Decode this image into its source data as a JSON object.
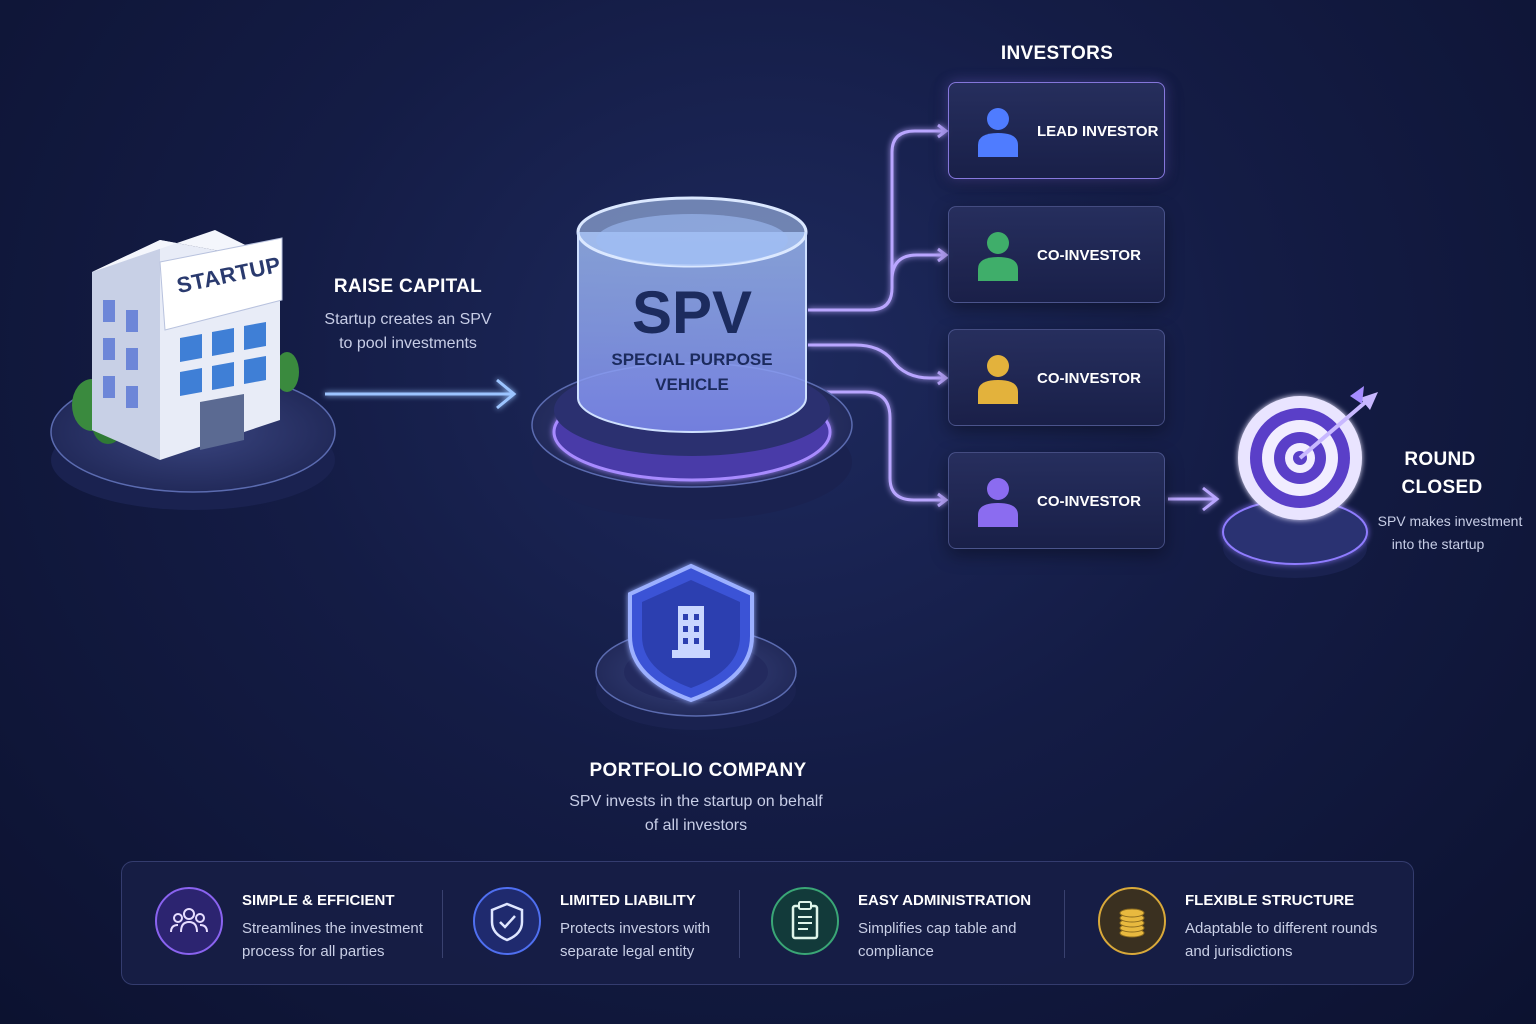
{
  "startup": {
    "sign": "STARTUP"
  },
  "raise_capital": {
    "title": "RAISE CAPITAL",
    "lines": [
      "Startup creates an SPV",
      "to pool investments"
    ]
  },
  "spv": {
    "acronym": "SPV",
    "full_name_lines": [
      "SPECIAL PURPOSE",
      "VEHICLE"
    ]
  },
  "investors": {
    "heading": "INVESTORS",
    "items": [
      {
        "label": "LEAD INVESTOR",
        "color": "#4f7cff"
      },
      {
        "label": "CO-INVESTOR",
        "color": "#3fae6a"
      },
      {
        "label": "CO-INVESTOR",
        "color": "#e3b23c"
      },
      {
        "label": "CO-INVESTOR",
        "color": "#8b6cf0"
      }
    ]
  },
  "round_closed": {
    "title_lines": [
      "ROUND",
      "CLOSED"
    ],
    "lines": [
      "SPV makes investment",
      "into the startup"
    ]
  },
  "portfolio": {
    "title": "PORTFOLIO COMPANY",
    "lines": [
      "SPV invests in the startup on behalf",
      "of all investors"
    ]
  },
  "benefits": [
    {
      "icon": "people-icon",
      "title": "SIMPLE & EFFICIENT",
      "lines": [
        "Streamlines the investment",
        "process for all parties"
      ],
      "color": "#8a63f0"
    },
    {
      "icon": "shield-check-icon",
      "title": "LIMITED LIABILITY",
      "lines": [
        "Protects investors with",
        "separate legal entity"
      ],
      "color": "#4f6ff0"
    },
    {
      "icon": "clipboard-icon",
      "title": "EASY ADMINISTRATION",
      "lines": [
        "Simplifies cap table and",
        "compliance"
      ],
      "color": "#3aa676"
    },
    {
      "icon": "coins-icon",
      "title": "FLEXIBLE STRUCTURE",
      "lines": [
        "Adaptable to different rounds",
        "and jurisdictions"
      ],
      "color": "#d9a93a"
    }
  ],
  "colors": {
    "background": "#141c45",
    "accent_purple": "#8b6cf0",
    "accent_blue": "#6fa8ff",
    "gold": "#e3b23c"
  }
}
